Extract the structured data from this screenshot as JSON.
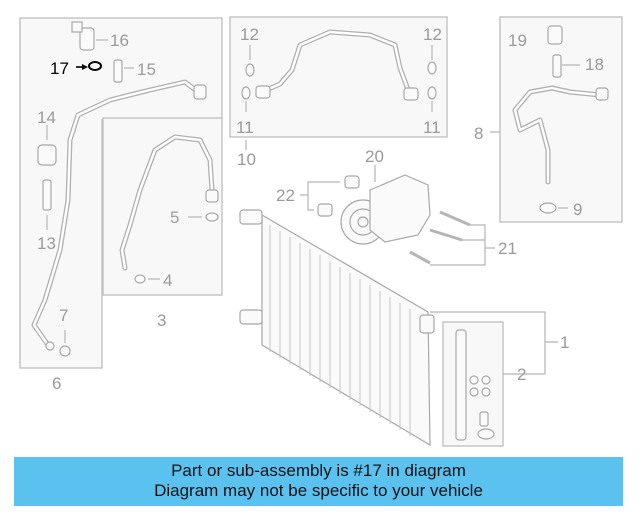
{
  "diagram": {
    "highlight_callout": "17",
    "callouts": {
      "c1": "1",
      "c2": "2",
      "c3": "3",
      "c4": "4",
      "c5": "5",
      "c6": "6",
      "c7": "7",
      "c8": "8",
      "c9": "9",
      "c10": "10",
      "c11a": "11",
      "c11b": "11",
      "c12a": "12",
      "c12b": "12",
      "c13": "13",
      "c14": "14",
      "c15": "15",
      "c16": "16",
      "c18": "18",
      "c19": "19",
      "c20": "20",
      "c21": "21",
      "c22": "22"
    },
    "colors": {
      "line": "#b8b8b8",
      "label": "#999999",
      "highlight": "#000000",
      "box_fill": "#f7f7f7",
      "banner": "#5bc2ef"
    }
  },
  "banner": {
    "line1": "Part or sub-assembly is #17 in diagram",
    "line2": "Diagram may not be specific to your vehicle"
  }
}
